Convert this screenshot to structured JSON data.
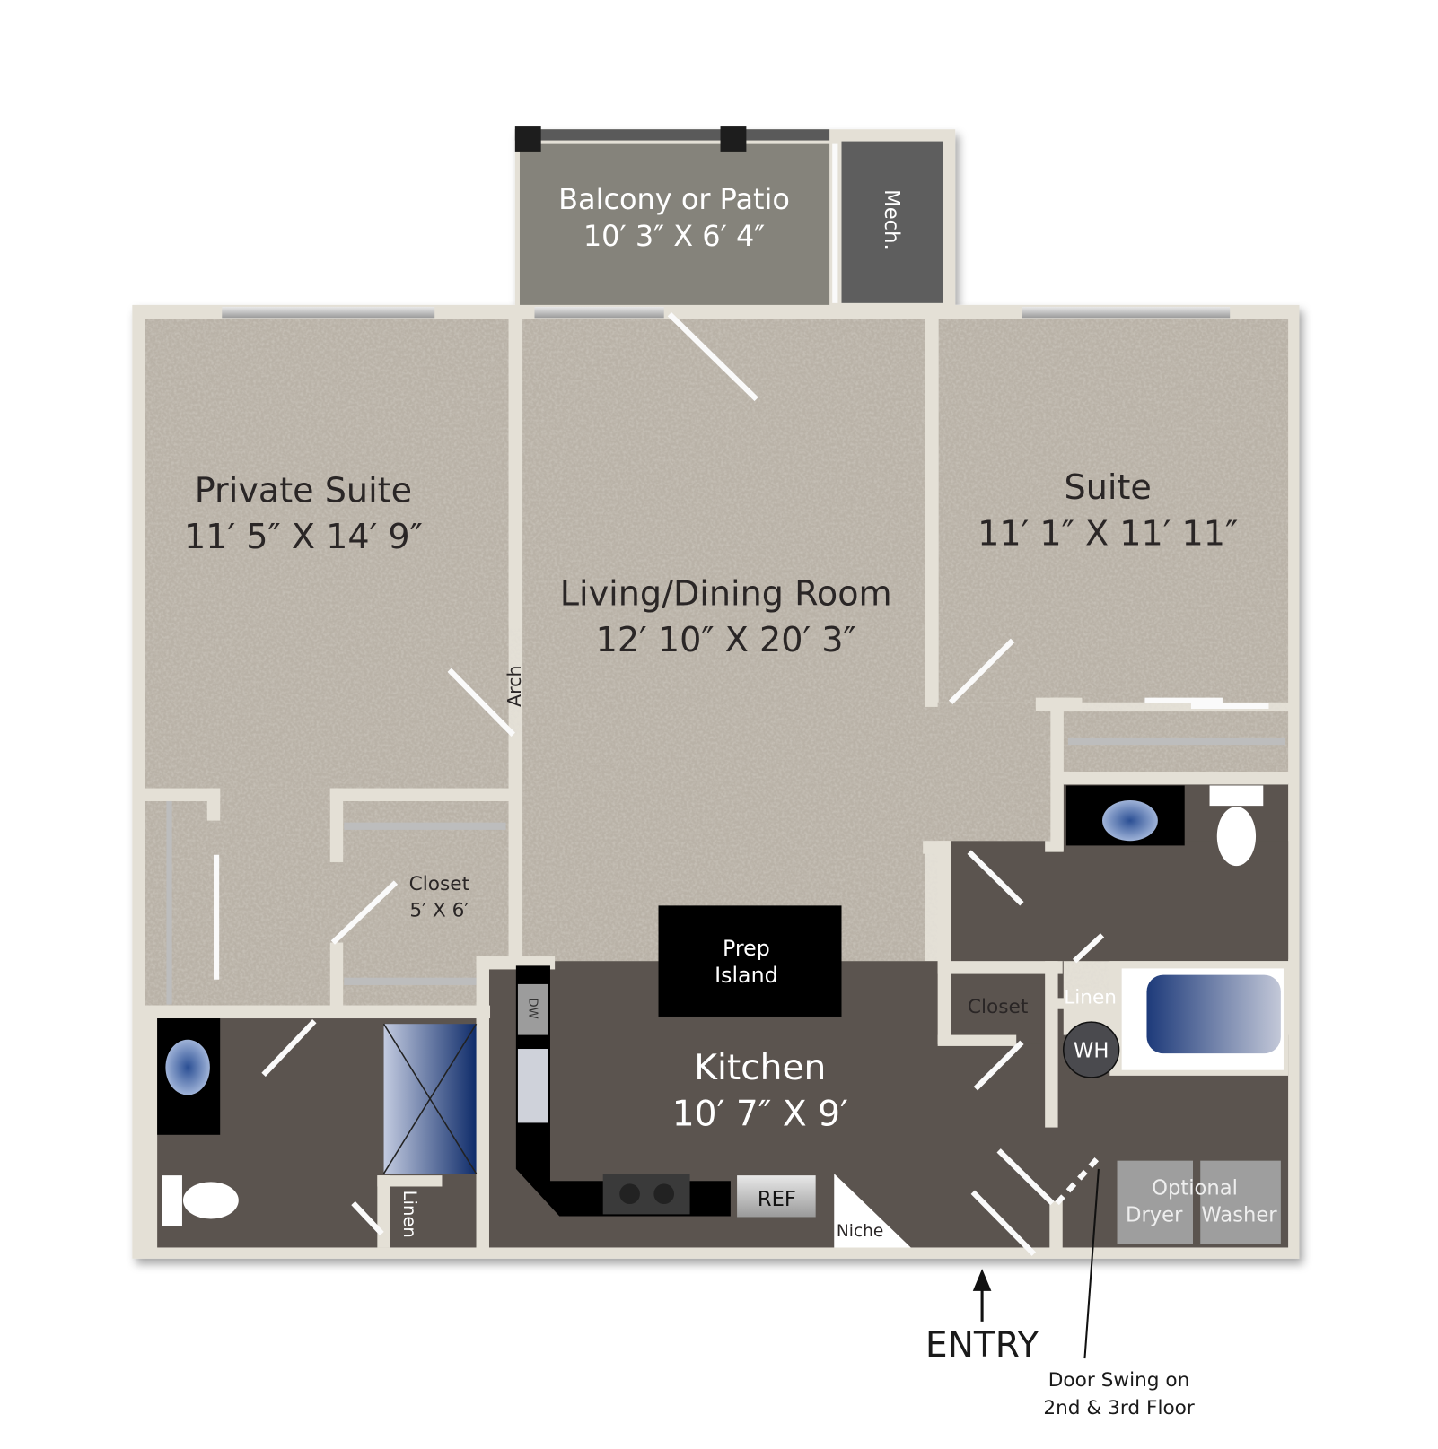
{
  "rooms": {
    "balcony": {
      "name": "Balcony or Patio",
      "size": "10′ 3″ X 6′ 4″"
    },
    "mech": {
      "name": "Mech."
    },
    "private_suite": {
      "name": "Private Suite",
      "size": "11′ 5″ X 14′ 9″"
    },
    "living": {
      "name": "Living/Dining Room",
      "size": "12′ 10″ X 20′ 3″"
    },
    "suite": {
      "name": "Suite",
      "size": "11′ 1″ X 11′ 11″"
    },
    "walk_in_closet": {
      "name": "Closet",
      "size": "5′ X 6′"
    },
    "arch": {
      "name": "Arch"
    },
    "kitchen": {
      "name": "Kitchen",
      "size": "10′ 7″ X 9′"
    },
    "closet": {
      "name": "Closet"
    },
    "linen_right": {
      "name": "Linen"
    },
    "linen_left": {
      "name": "Linen"
    },
    "niche": {
      "name": "Niche"
    }
  },
  "fixtures": {
    "prep_island": [
      "Prep",
      "Island"
    ],
    "dishwasher": "DW",
    "refrigerator": "REF",
    "water_heater": "WH",
    "laundry": {
      "optional": "Optional",
      "dryer": "Dryer",
      "washer": "Washer"
    }
  },
  "annotations": {
    "entry": "ENTRY",
    "door_swing": [
      "Door Swing on",
      "2nd & 3rd Floor"
    ]
  },
  "colors": {
    "wall": "#e4e0d6",
    "carpet": "#b9b2a7",
    "wood": "#5b544f",
    "balcony": "#85837b",
    "mech": "#5e5e5e",
    "counter": "#000000",
    "tub_blue": "#1d3a7a"
  }
}
